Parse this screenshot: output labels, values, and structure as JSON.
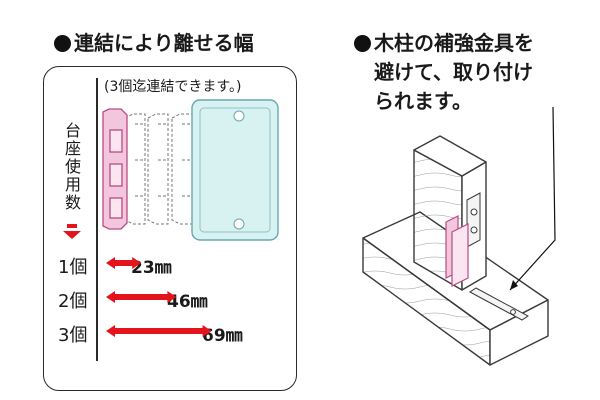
{
  "left_heading": "連結により離せる幅",
  "panel_note": "(3個迄連結できます。)",
  "vertical_label": [
    "台",
    "座",
    "使",
    "用",
    "数"
  ],
  "rows": [
    {
      "count": "1個",
      "width": "23㎜",
      "value": 23
    },
    {
      "count": "2個",
      "width": "46㎜",
      "value": 46
    },
    {
      "count": "3個",
      "width": "69㎜",
      "value": 69
    }
  ],
  "right_heading_line1": "木柱の補強金具を",
  "right_heading_line2": "避けて、取り付け",
  "right_heading_line3": "られます。",
  "colors": {
    "arrow": "#e3141b",
    "adapter": "#f2c6dd",
    "adapter_stroke": "#b84c86",
    "plate": "#d8f1f1",
    "plate_stroke": "#6aa7b3",
    "wood": "#ffffff",
    "wood_line": "#3a3a3a"
  }
}
